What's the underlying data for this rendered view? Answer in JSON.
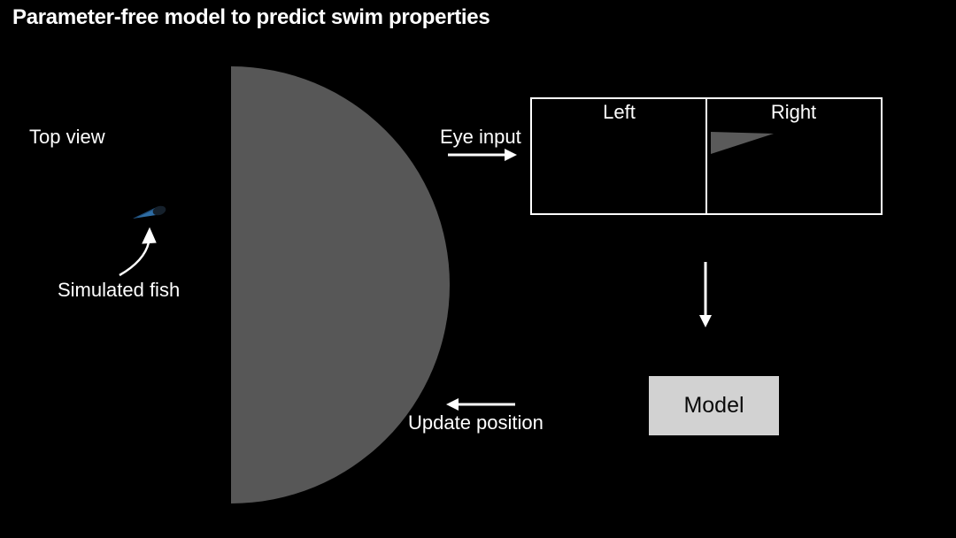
{
  "title": "Parameter-free model to predict swim properties",
  "arena": {
    "view_label": "Top view",
    "fish_label": "Simulated fish"
  },
  "eye_input": {
    "label": "Eye input",
    "left_label": "Left",
    "right_label": "Right"
  },
  "model": {
    "label": "Model"
  },
  "update": {
    "label": "Update position"
  },
  "icons": {
    "fish": "simulated-fish-icon",
    "curved_arrow": "fish-pointer-arrow-icon",
    "right_arrow": "eye-input-arrow-icon",
    "down_arrow": "model-input-arrow-icon",
    "left_arrow": "update-position-arrow-icon",
    "wedge": "visual-stimulus-wedge"
  },
  "colors": {
    "background": "#000000",
    "text": "#ffffff",
    "arena_fill": "#575757",
    "stimulus_wedge": "#5a5a5a",
    "panel_border": "#ffffff",
    "model_box_fill": "#d2d2d2",
    "model_box_text": "#0a0a0a",
    "fish_body": "#2e6da4",
    "fish_head": "#15202b"
  }
}
